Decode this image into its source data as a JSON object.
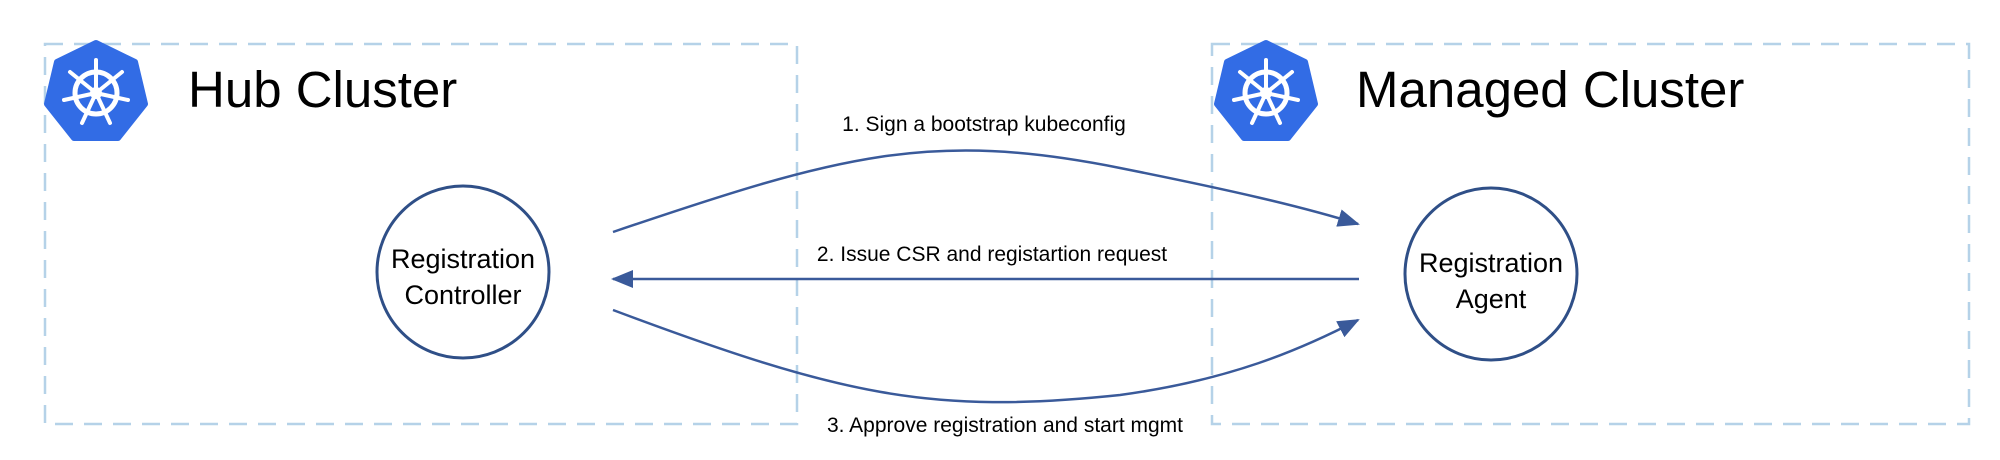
{
  "colors": {
    "cluster_border": "#b5d2e8",
    "node_stroke": "#2f4f87",
    "arrow": "#3a5a9a",
    "k8s_logo": "#326ce5"
  },
  "hub_cluster": {
    "title": "Hub Cluster",
    "icon": "kubernetes-helm-icon",
    "node": {
      "line1": "Registration",
      "line2": "Controller"
    }
  },
  "managed_cluster": {
    "title": "Managed Cluster",
    "icon": "kubernetes-helm-icon",
    "node": {
      "line1": "Registration",
      "line2": "Agent"
    }
  },
  "steps": [
    {
      "label": "1. Sign a bootstrap kubeconfig"
    },
    {
      "label": "2. Issue CSR and registartion request"
    },
    {
      "label": "3. Approve registration and start mgmt"
    }
  ]
}
